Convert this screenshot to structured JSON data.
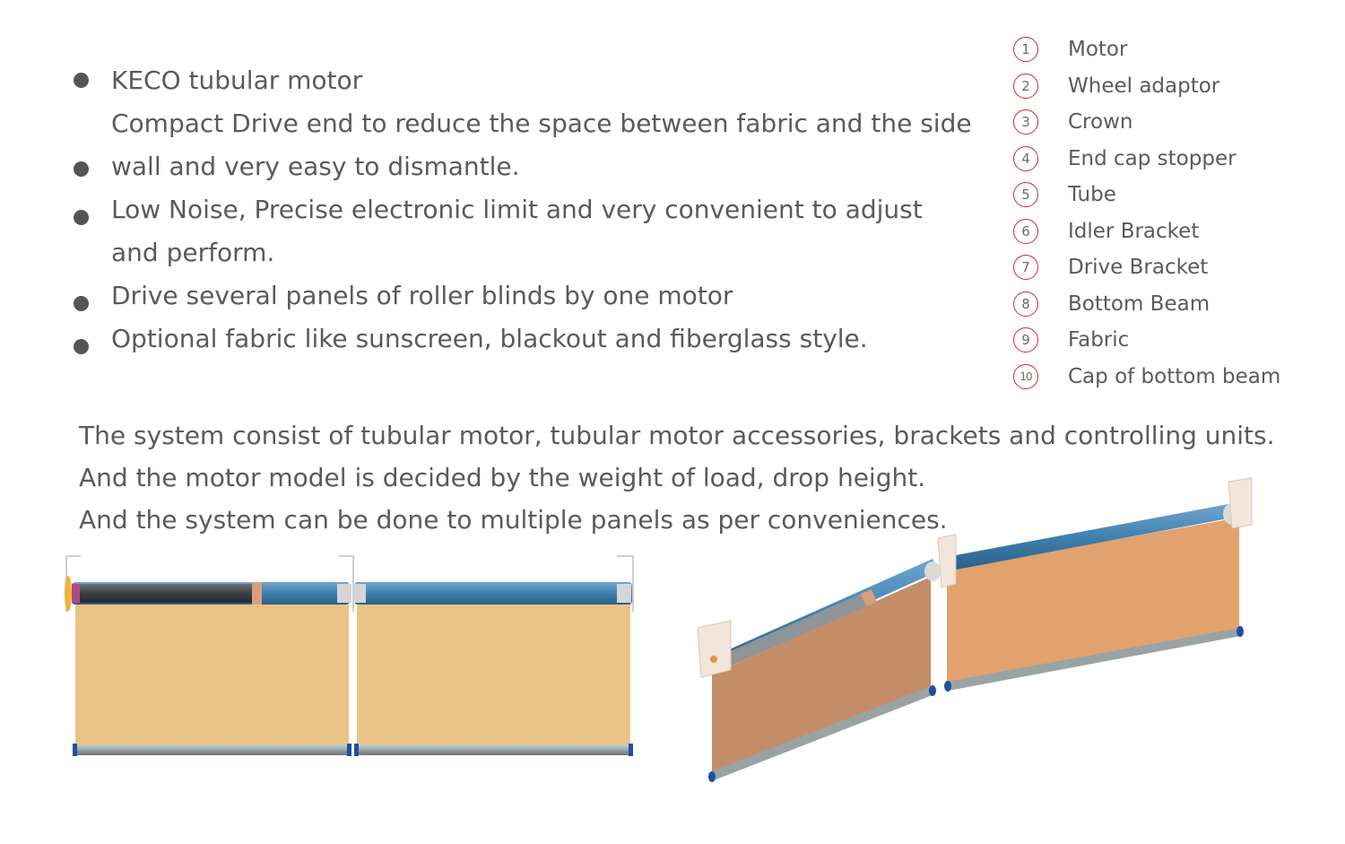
{
  "features": [
    {
      "text": "KECO tubular motor"
    },
    {
      "text": "Compact Drive end to reduce the space between fabric and the side wall and very easy to dismantle."
    },
    {
      "text": "Low Noise, Precise electronic limit and very convenient to adjust and perform."
    },
    {
      "text": "Drive several panels of roller blinds by one motor"
    },
    {
      "text": "Optional fabric like sunscreen, blackout and fiberglass style."
    }
  ],
  "parts": [
    {
      "num": "1",
      "name": "Motor"
    },
    {
      "num": "2",
      "name": "Wheel adaptor"
    },
    {
      "num": "3",
      "name": "Crown"
    },
    {
      "num": "4",
      "name": "End cap stopper"
    },
    {
      "num": "5",
      "name": "Tube"
    },
    {
      "num": "6",
      "name": "Idler Bracket"
    },
    {
      "num": "7",
      "name": "Drive Bracket"
    },
    {
      "num": "8",
      "name": "Bottom Beam"
    },
    {
      "num": "9",
      "name": "Fabric"
    },
    {
      "num": "10",
      "name": "Cap of bottom beam"
    }
  ],
  "system_text": [
    "The system consist of tubular motor, tubular motor accessories, brackets and controlling units.",
    "And the motor model is decided by the weight of load, drop height.",
    "And the system can be done to multiple panels as per conveniences."
  ],
  "colors": {
    "number_circle": "#d9262b",
    "tube": "#3f7fae",
    "motor_body": "#3c4144",
    "fabric_front": "#ecc386",
    "fabric_persp_left": "#c58c68",
    "fabric_persp_right": "#e1a26e",
    "bottom_beam": "#9aa3a4",
    "beam_cap": "#1e4fa0"
  }
}
